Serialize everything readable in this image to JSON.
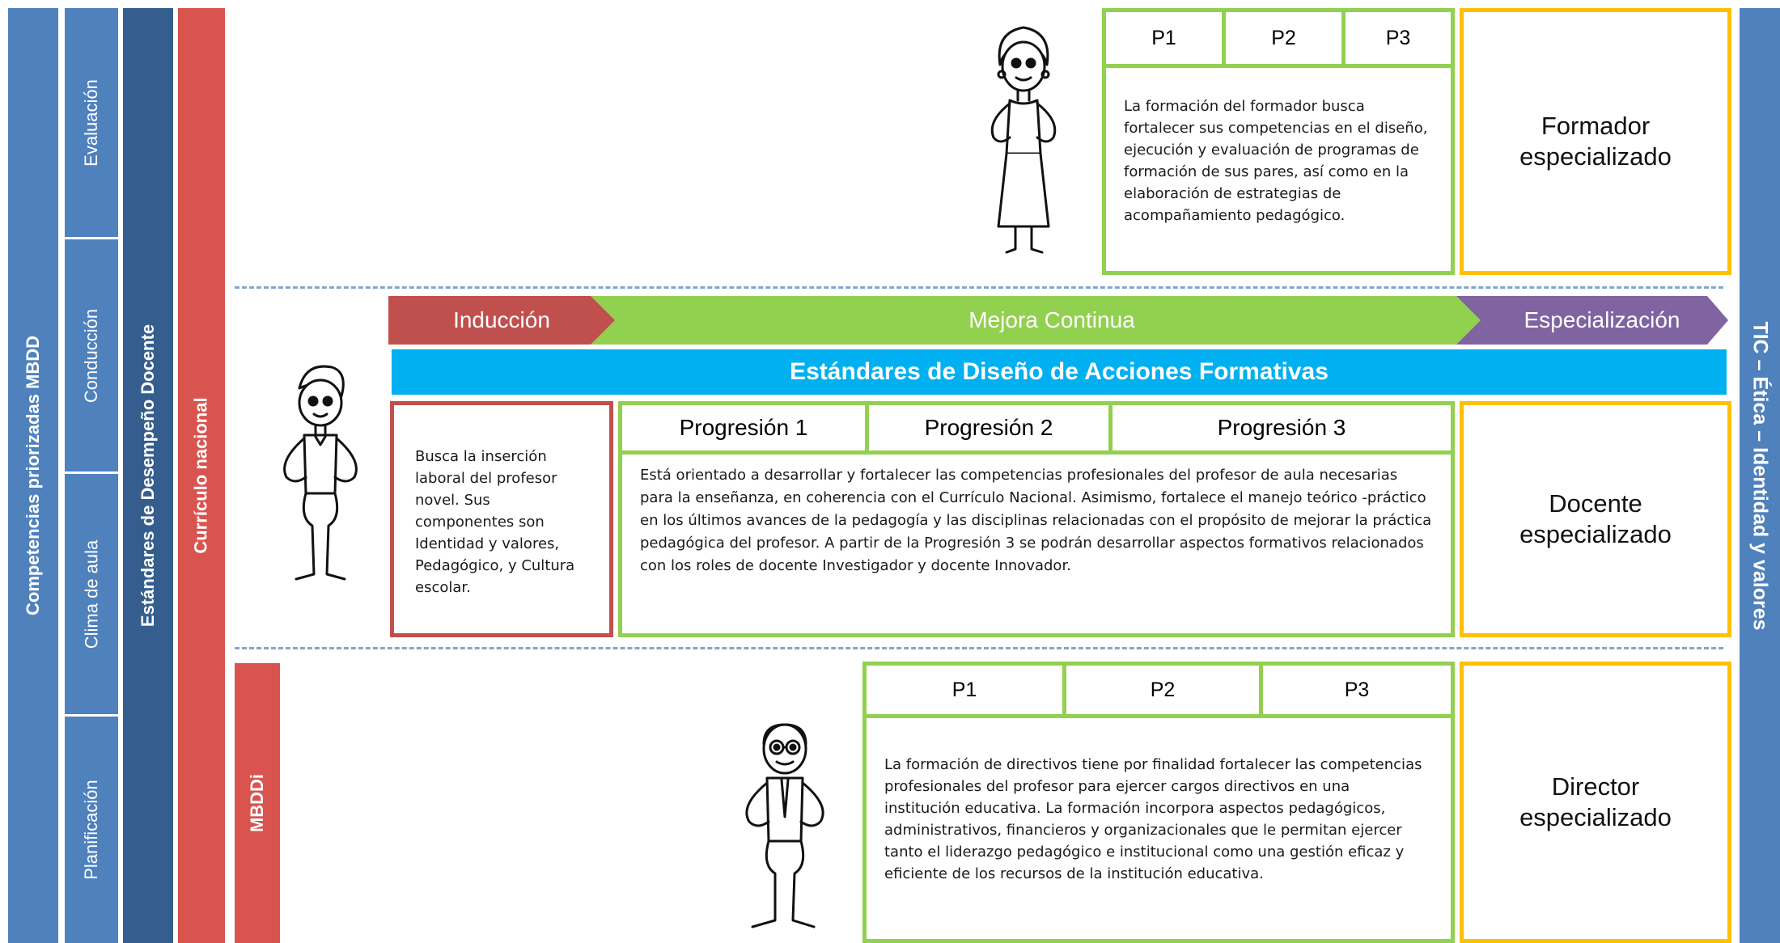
{
  "side_bars": {
    "competencias": "Competencias priorizadas MBDD",
    "dimensions": [
      "Evaluación",
      "Conducción",
      "Clima de aula",
      "Planificación"
    ],
    "estandares": "Estándares de Desempeño Docente",
    "curriculo": "Currículo nacional",
    "mbddi": "MBDDi",
    "right": "TIC – Ética – Identidad y valores"
  },
  "formador": {
    "headers": [
      "P1",
      "P2",
      "P3"
    ],
    "text": "La formación del formador busca fortalecer sus competencias en el diseño, ejecución y evaluación de programas de formación de sus pares, así como en la elaboración de estrategias de acompañamiento pedagógico.",
    "role": "Formador especializado"
  },
  "arrows": {
    "induccion": "Inducción",
    "mejora": "Mejora Continua",
    "especializacion": "Especialización"
  },
  "estandares_banner": "Estándares de Diseño de Acciones Formativas",
  "docente": {
    "induccion_text": "Busca la inserción laboral del profesor novel.  Sus componentes son Identidad y valores, Pedagógico, y Cultura escolar.",
    "headers": [
      "Progresión 1",
      "Progresión 2",
      "Progresión 3"
    ],
    "text": "Está orientado a desarrollar y fortalecer las competencias profesionales del profesor de aula necesarias para la enseñanza, en coherencia con el Currículo Nacional. Asimismo, fortalece el manejo teórico  -práctico en los últimos avances de la pedagogía y las  disciplinas relacionadas con el propósito de mejorar la práctica pedagógica del profesor.  A partir de la Progresión 3 se podrán desarrollar aspectos formativos relacionados con los roles de docente Investigador y docente Innovador.",
    "role": "Docente especializado"
  },
  "director": {
    "headers": [
      "P1",
      "P2",
      "P3"
    ],
    "text": "La formación de directivos tiene por finalidad fortalecer las competencias profesionales del profesor para ejercer cargos directivos en una institución educativa. La formación incorpora aspectos pedagógicos, administrativos, financieros y organizacionales que le permitan ejercer tanto el liderazgo pedagógico e institucional como una gestión eficaz y eficiente de los recursos de la institución educativa.",
    "role": "Director especializado"
  },
  "colors": {
    "blue_bar": "#4f81bd",
    "dark_blue_bar": "#355e8e",
    "red_bar": "#d9534f",
    "green": "#92d050",
    "yellow": "#ffc000",
    "induccion_arrow": "#c0504d",
    "especializacion_arrow": "#8064a2",
    "banner": "#00b0f0"
  },
  "icons": [
    "woman-figure-icon",
    "man-figure-icon",
    "elder-man-figure-icon"
  ]
}
